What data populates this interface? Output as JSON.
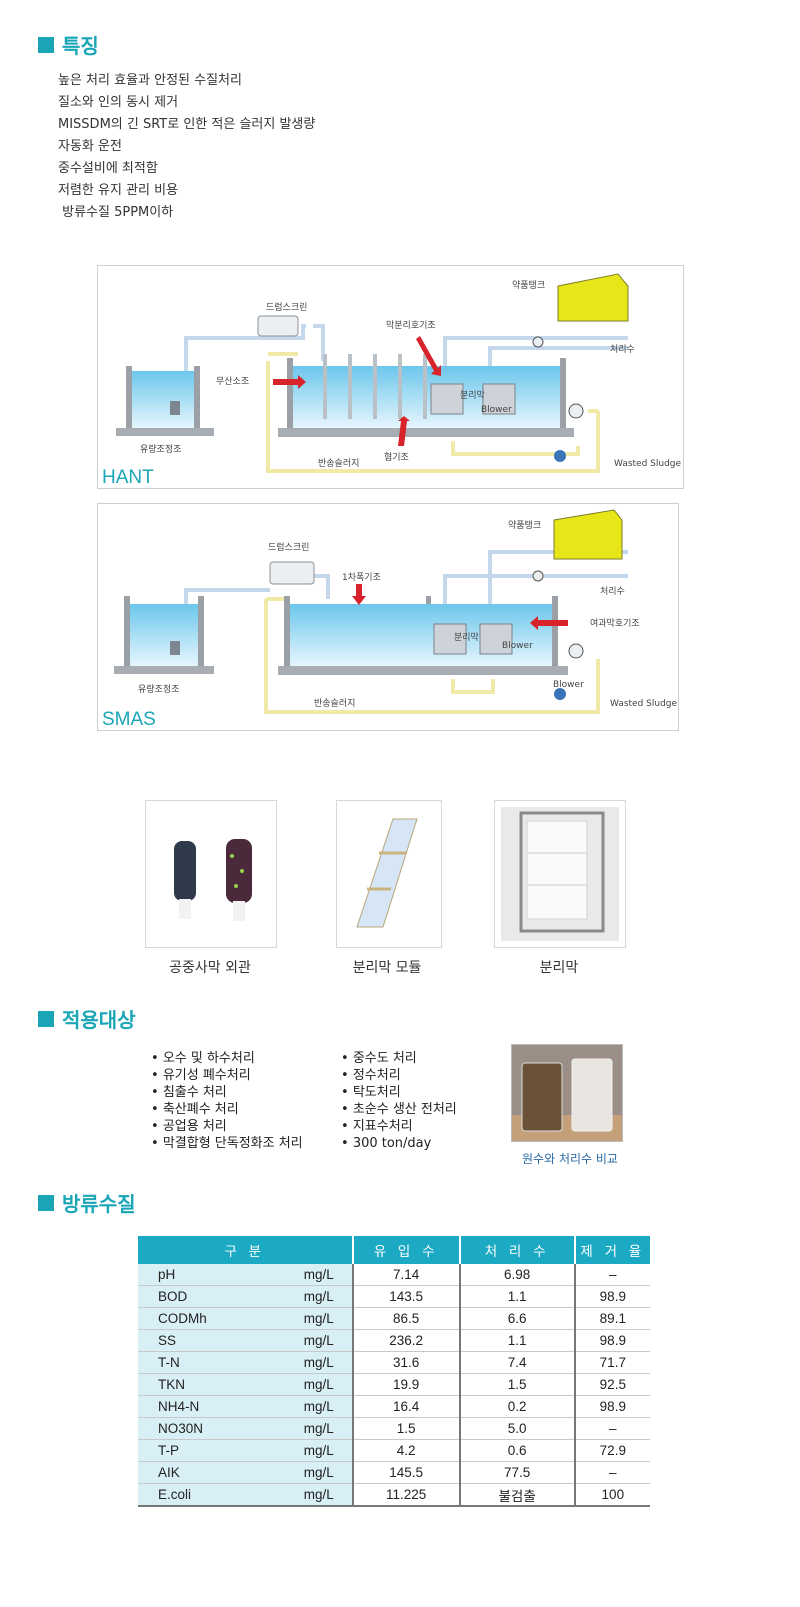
{
  "features": {
    "title": "특징",
    "items": [
      "높은 처리 효율과 안정된 수질처리",
      "질소와 인의 동시 제거",
      "MISSDM의 긴 SRT로 인한 적은 슬러지 발생량",
      "자동화 운전",
      "중수설비에 최적함",
      "저렴한 유지 관리 비용",
      " 방류수질 5PPM이하"
    ]
  },
  "diagram_hant": {
    "label": "HANT",
    "texts": {
      "drum": "드럼스크린",
      "chem_tank": "약품탱크",
      "membrane_tank": "막분리호기조",
      "treated": "처리수",
      "anoxic": "무산소조",
      "membrane": "분리막",
      "blower": "Blower",
      "eq_tank": "유량조정조",
      "aerobic": "혐기조",
      "return": "반송슬러지",
      "waste": "Wasted Sludge"
    }
  },
  "diagram_smas": {
    "label": "SMAS",
    "texts": {
      "drum": "드럼스크린",
      "chem_tank": "약품탱크",
      "first_aer": "1차폭기조",
      "treated": "처리수",
      "filter_tank": "여과막호기조",
      "membrane": "분리막",
      "blower": "Blower",
      "blower2": "Blower",
      "eq_tank": "유량조정조",
      "return": "반송슬러지",
      "waste": "Wasted Sludge"
    }
  },
  "photos": {
    "items": [
      {
        "caption": "공중사막 외관"
      },
      {
        "caption": "분리막 모듈"
      },
      {
        "caption": "분리막"
      }
    ]
  },
  "applications": {
    "title": "적용대상",
    "left": [
      "오수 및 하수처리",
      "유기성 폐수처리",
      "침출수 처리",
      "축산폐수 처리",
      "공업용 처리",
      "막결합형 단독정화조 처리"
    ],
    "right": [
      "중수도 처리",
      "정수처리",
      "탁도처리",
      "초순수 생산 전처리",
      "지표수처리",
      "300 ton/day"
    ],
    "photo_caption": "원수와 처리수 비교"
  },
  "discharge": {
    "title": "방류수질",
    "headers": [
      "구 분",
      "유 입 수",
      "처 리 수",
      "제 거 율"
    ],
    "rows": [
      [
        "pH",
        "mg/L",
        "7.14",
        "6.98",
        "–"
      ],
      [
        "BOD",
        "mg/L",
        "143.5",
        "1.1",
        "98.9"
      ],
      [
        "CODMh",
        "mg/L",
        "86.5",
        "6.6",
        "89.1"
      ],
      [
        "SS",
        "mg/L",
        "236.2",
        "1.1",
        "98.9"
      ],
      [
        "T-N",
        "mg/L",
        "31.6",
        "7.4",
        "71.7"
      ],
      [
        "TKN",
        "mg/L",
        "19.9",
        "1.5",
        "92.5"
      ],
      [
        "NH4-N",
        "mg/L",
        "16.4",
        "0.2",
        "98.9"
      ],
      [
        "NO30N",
        "mg/L",
        "1.5",
        "5.0",
        "–"
      ],
      [
        "T-P",
        "mg/L",
        "4.2",
        "0.6",
        "72.9"
      ],
      [
        "AIK",
        "mg/L",
        "145.5",
        "77.5",
        "–"
      ],
      [
        "E.coli",
        "mg/L",
        "11.225",
        "불검출",
        "100"
      ]
    ]
  },
  "colors": {
    "accent": "#1aa6b7",
    "table_header": "#1ba9c3",
    "table_label_bg": "#d8eff6",
    "tank_yellow": "#e6e619"
  }
}
